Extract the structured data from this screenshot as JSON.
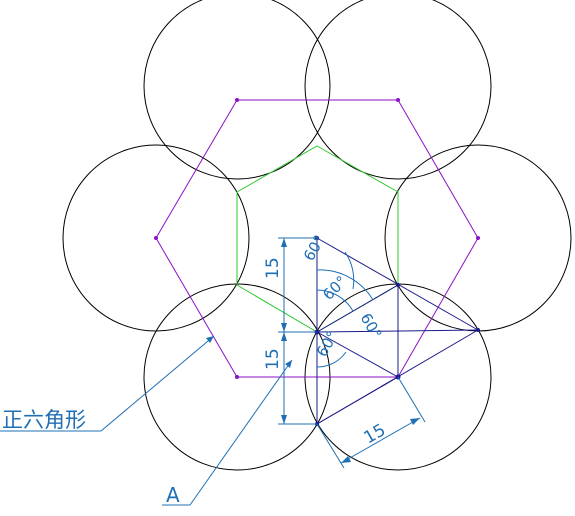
{
  "colors": {
    "background": "#ffffff",
    "circle": "#000000",
    "outer_hexagon": "#8a12c8",
    "inner_hexagon": "#2ec82e",
    "construction": "#1a1a8c",
    "dimension": "#1f6fb4"
  },
  "labels": {
    "hexagon": "正六角形",
    "point_a": "A"
  },
  "dimensions": {
    "vertical_upper": "15",
    "vertical_lower": "15",
    "slanted": "15",
    "angle_top": "60°",
    "angle_middle": "60°",
    "angle_right": "60°",
    "angle_left": "60°"
  }
}
